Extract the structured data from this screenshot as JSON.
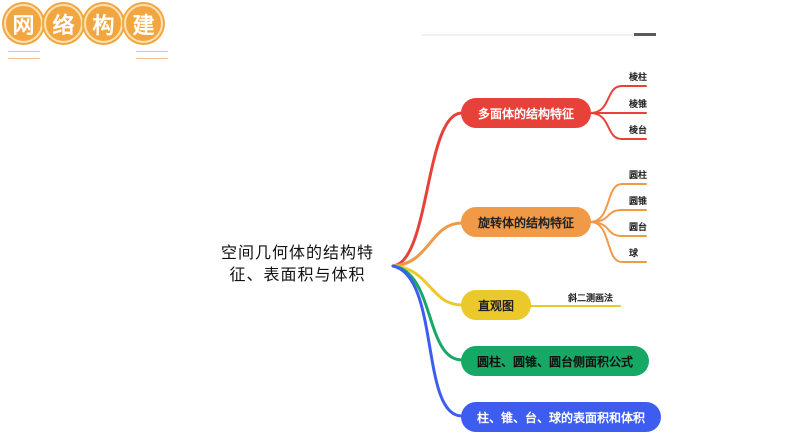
{
  "header": {
    "badges": [
      "网",
      "络",
      "构",
      "建"
    ],
    "accent_color": "#f2a640"
  },
  "mindmap": {
    "root": {
      "line1": "空间几何体的结构特",
      "line2": "征、表面积与体积"
    },
    "branches": [
      {
        "label": "多面体的结构特征",
        "color": "#e8413a",
        "children": [
          "棱柱",
          "棱锥",
          "棱台"
        ]
      },
      {
        "label": "旋转体的结构特征",
        "color": "#f09a48",
        "children": [
          "圆柱",
          "圆锥",
          "圆台",
          "球"
        ]
      },
      {
        "label": "直观图",
        "color": "#ecc92a",
        "children": [
          "斜二测画法"
        ]
      },
      {
        "label": "圆柱、圆锥、圆台侧面积公式",
        "color": "#17a865",
        "children": []
      },
      {
        "label": "柱、锥、台、球的表面积和体积",
        "color": "#3d5df0",
        "children": []
      }
    ]
  }
}
